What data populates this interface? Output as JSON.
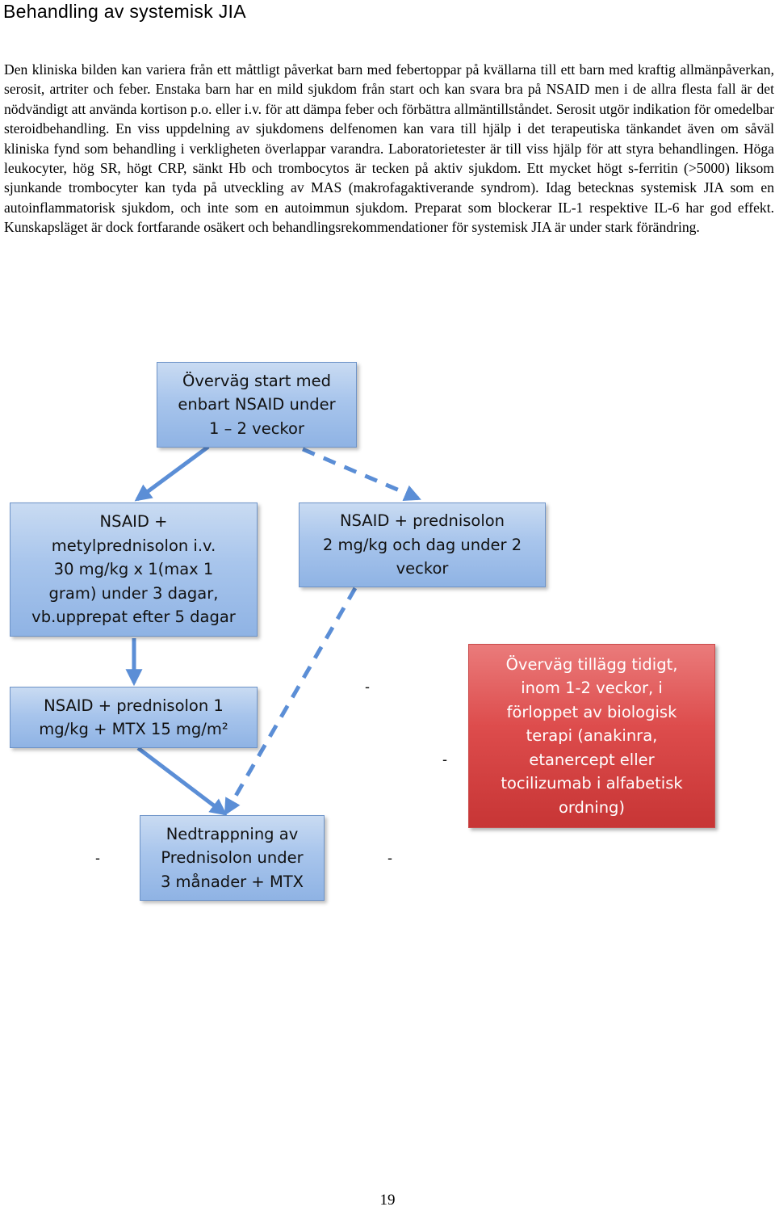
{
  "heading": "Behandling av systemisk JIA",
  "paragraph": "Den kliniska bilden kan variera från ett måttligt påverkat barn med febertoppar på kvällarna till ett barn med kraftig allmänpåverkan, serosit, artriter och feber. Enstaka barn har en mild sjukdom från start och kan svara bra på NSAID men i de allra flesta fall är det nödvändigt att använda kortison p.o. eller i.v. för att dämpa feber och förbättra allmäntillståndet. Serosit utgör indikation för omedelbar steroidbehandling. En viss uppdelning av sjukdomens delfenomen kan vara till hjälp i det terapeutiska tänkandet även om såväl kliniska fynd som behandling i verkligheten överlappar varandra. Laboratorietester är till viss hjälp för att styra behandlingen. Höga leukocyter, hög SR, högt CRP, sänkt Hb och trombocytos är tecken på aktiv sjukdom. Ett mycket högt s-ferritin (>5000) liksom sjunkande trombocyter kan tyda på utveckling av MAS (makrofagaktiverande syndrom). Idag betecknas systemisk JIA som en autoinflammatorisk sjukdom, och inte som en autoimmun sjukdom. Preparat som blockerar IL-1 respektive IL-6 har god effekt. Kunskapsläget är dock fortfarande osäkert och behandlingsrekommendationer för systemisk JIA är under stark förändring.",
  "flowchart": {
    "box_start": "Överväg start med\nenbart NSAID under\n1 – 2 veckor",
    "box_left": "NSAID +\nmetylprednisolon i.v.\n30 mg/kg  x 1(max 1\ngram) under 3 dagar,\nvb.upprepat efter 5 dagar",
    "box_right": "NSAID + prednisolon\n2 mg/kg och dag under 2\nveckor",
    "box_middle": "NSAID + prednisolon 1\nmg/kg + MTX 15 mg/m²",
    "box_biologic": "Överväg tillägg tidigt,\ninom 1-2 veckor, i\nförloppet av biologisk\nterapi (anakinra,\netanercept eller\ntocilizumab i alfabetisk\nordning)",
    "box_taper": "Nedtrappning av\nPrednisolon under\n3 månader + MTX",
    "dash_mark": "-",
    "arrow_color": "#5b8ed6"
  },
  "page_number": "19"
}
